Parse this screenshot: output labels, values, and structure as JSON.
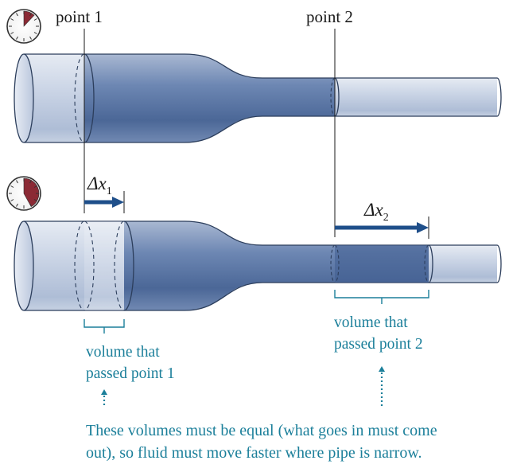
{
  "labels": {
    "point1": "point 1",
    "point2": "point 2",
    "dx1_symbol": "Δx",
    "dx1_sub": "1",
    "dx2_symbol": "Δx",
    "dx2_sub": "2"
  },
  "captions": {
    "volume1_line1": "volume that",
    "volume1_line2": "passed point 1",
    "volume2_line1": "volume that",
    "volume2_line2": "passed point 2"
  },
  "note": {
    "line1": "These volumes must be equal (what goes in must come",
    "line2": "out), so fluid must move faster where pipe is narrow."
  },
  "clocks": [
    {
      "name": "clock-start",
      "wedge_fraction": 0.12
    },
    {
      "name": "clock-later",
      "wedge_fraction": 0.42
    }
  ],
  "colors": {
    "pipe_dark": "#4e6d9c",
    "pipe_light": "#c5cfe0",
    "arrow": "#1f4f8a",
    "caption_text": "#1b7f9a",
    "clock_wedge": "#8b2a35"
  }
}
